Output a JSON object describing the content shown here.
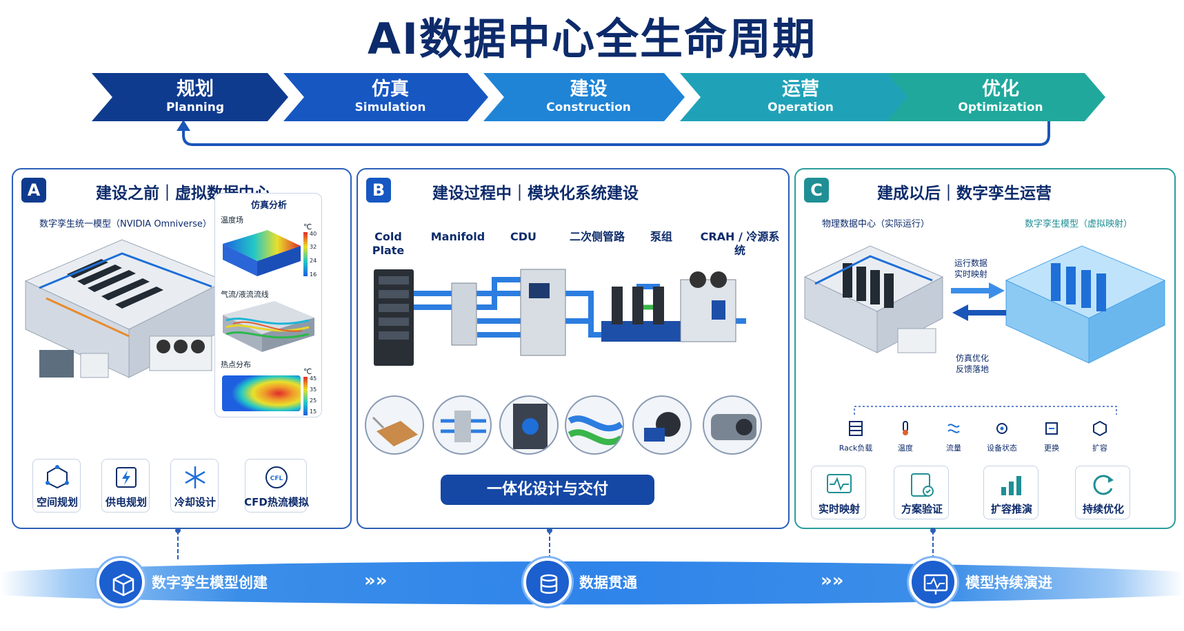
{
  "title": "AI数据中心全生命周期",
  "stages": [
    {
      "cn": "规划",
      "en": "Planning"
    },
    {
      "cn": "仿真",
      "en": "Simulation"
    },
    {
      "cn": "建设",
      "en": "Construction"
    },
    {
      "cn": "运营",
      "en": "Operation"
    },
    {
      "cn": "优化",
      "en": "Optimization"
    }
  ],
  "colors": {
    "stage": [
      "#0f3b8f",
      "#1657c2",
      "#1f84d6",
      "#1fa2b8",
      "#20a89c"
    ],
    "navy": "#0d2b6b",
    "tag_a": "#0f3b8f",
    "tag_b": "#1657c2",
    "tag_c": "#1f8f95"
  },
  "panel_a": {
    "tag": "A",
    "title": "建设之前｜虚拟数据中心",
    "model_label": "数字孪生统一模型（NVIDIA Omniverse）",
    "analysis": {
      "title": "仿真分析",
      "temp": "温度场",
      "flow": "气流/液流流线",
      "hotspot": "热点分布",
      "unit": "℃",
      "scale1": [
        "40",
        "32",
        "24",
        "16"
      ],
      "scale2": [
        "45",
        "35",
        "25",
        "15"
      ]
    },
    "tools": [
      "空间规划",
      "供电规划",
      "冷却设计",
      "CFD热流模拟"
    ],
    "cfd_badge": "CFL"
  },
  "panel_b": {
    "tag": "B",
    "title": "建设过程中｜模块化系统建设",
    "columns": [
      "Cold Plate",
      "Manifold",
      "CDU",
      "二次侧管路",
      "泵组",
      "CRAH / 冷源系统"
    ],
    "cta": "一体化设计与交付"
  },
  "panel_c": {
    "tag": "C",
    "title": "建成以后｜数字孪生运营",
    "physical": "物理数据中心（实际运行）",
    "twin": "数字孪生模型（虚拟映射）",
    "arrow_right": "运行数据\n实时映射",
    "arrow_left": "仿真优化\n反馈落地",
    "monitors": [
      "Rack负载",
      "温度",
      "流量",
      "设备状态",
      "更换",
      "扩容"
    ],
    "actions": [
      "实时映射",
      "方案验证",
      "扩容推演",
      "持续优化"
    ]
  },
  "band": {
    "items": [
      "数字孪生模型创建",
      "数据贯通",
      "模型持续演进"
    ],
    "chevrons": "»»"
  }
}
